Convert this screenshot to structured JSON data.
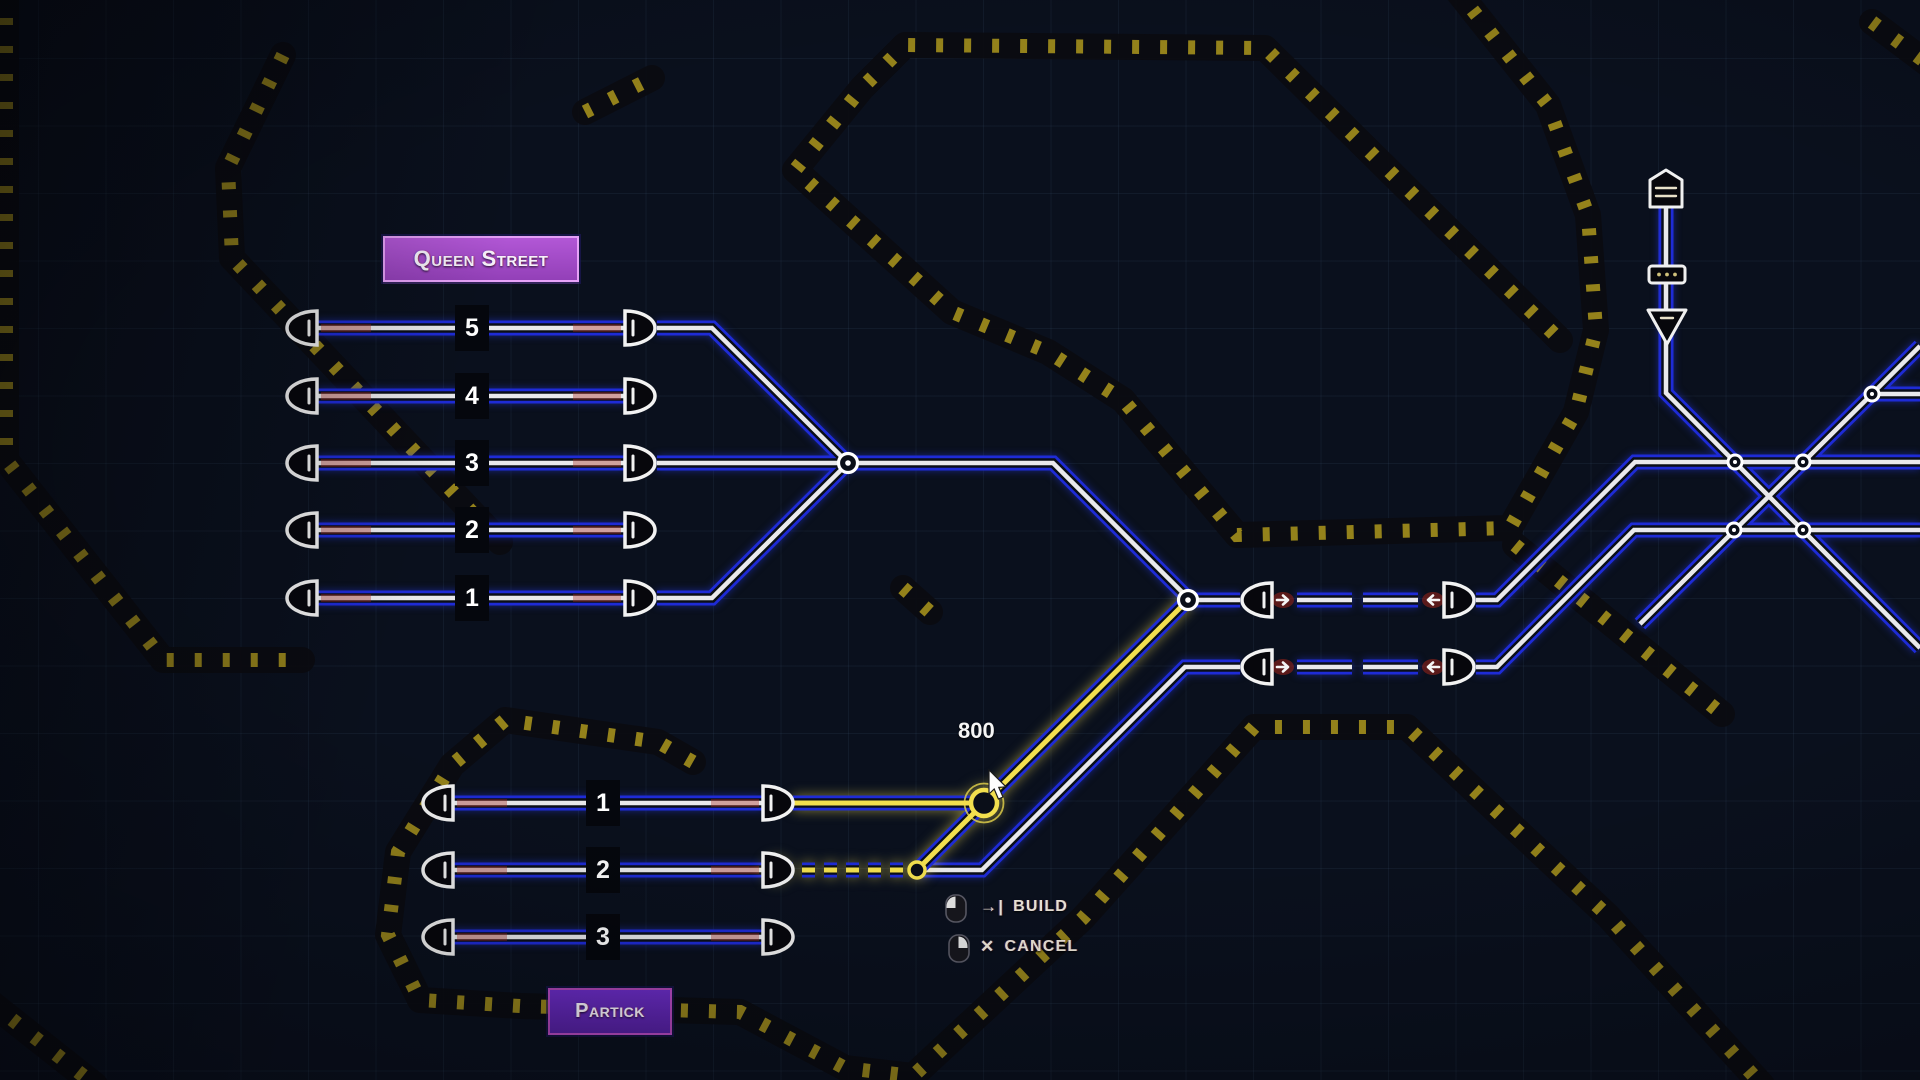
{
  "app": {
    "view": "rail-route-dispatch-map"
  },
  "stations": [
    {
      "name": "Queen Street",
      "platforms": [
        {
          "number": "5"
        },
        {
          "number": "4"
        },
        {
          "number": "3"
        },
        {
          "number": "2"
        },
        {
          "number": "1"
        }
      ]
    },
    {
      "name": "Partick",
      "platforms": [
        {
          "number": "1"
        },
        {
          "number": "2"
        },
        {
          "number": "3"
        }
      ]
    }
  ],
  "build_tooltip": {
    "cost": "800",
    "actions": [
      {
        "mouse": "left-click-icon",
        "glyph": "→|",
        "label": "BUILD"
      },
      {
        "mouse": "right-click-icon",
        "glyph": "✕",
        "label": "CANCEL"
      }
    ]
  },
  "icons": {
    "top_right_column": [
      "depot-house-icon",
      "waypoint-dots-icon",
      "signal-triangle-icon"
    ],
    "pointer": "cursor-arrow-icon"
  },
  "colors": {
    "map_background": "#0a101d",
    "track_blue": "#1e2bd6",
    "track_white": "#e9e9ec",
    "build_yellow": "#f2df4e",
    "hazard_yellow": "#a7931d",
    "station_label_major_bg": "#a64cc8",
    "station_label_minor_bg": "#5d24b2",
    "label_text": "#f6f2fa",
    "tooltip_text": "#efe8da",
    "cost_text": "#f5f5f5"
  }
}
